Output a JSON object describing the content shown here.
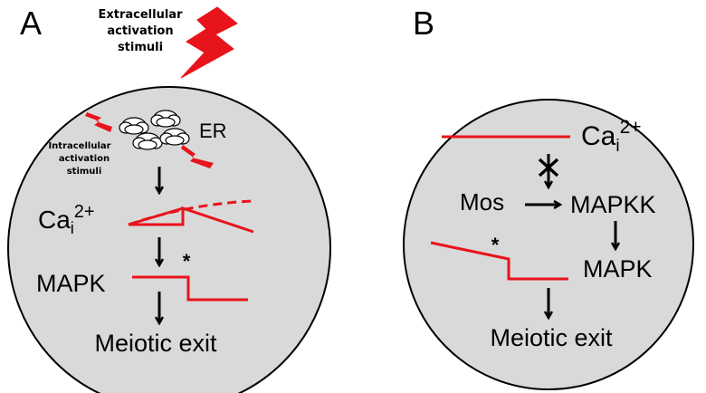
{
  "panel_a": {
    "letter": "A",
    "extracellular_line1": "Extracellular",
    "extracellular_line2": "activation",
    "extracellular_line3": "stimuli",
    "er_label": "ER",
    "intracellular_line1": "Intracellular",
    "intracellular_line2": "activation",
    "intracellular_line3": "stimuli",
    "ca_label": "Ca",
    "ca_sub": "i",
    "ca_sup": "2+",
    "mapk_label": "MAPK",
    "asterisk": "*",
    "exit_label": "Meiotic exit"
  },
  "panel_b": {
    "letter": "B",
    "ca_label": "Ca",
    "ca_sub": "i",
    "ca_sup": "2+",
    "mos_label": "Mos",
    "mapkk_label": "MAPKK",
    "mapk_label": "MAPK",
    "asterisk": "*",
    "exit_label": "Meiotic exit"
  },
  "colors": {
    "cell_fill": "#d9d9d9",
    "signal_red": "#e8141b",
    "cloud_fill": "#ffffff"
  }
}
